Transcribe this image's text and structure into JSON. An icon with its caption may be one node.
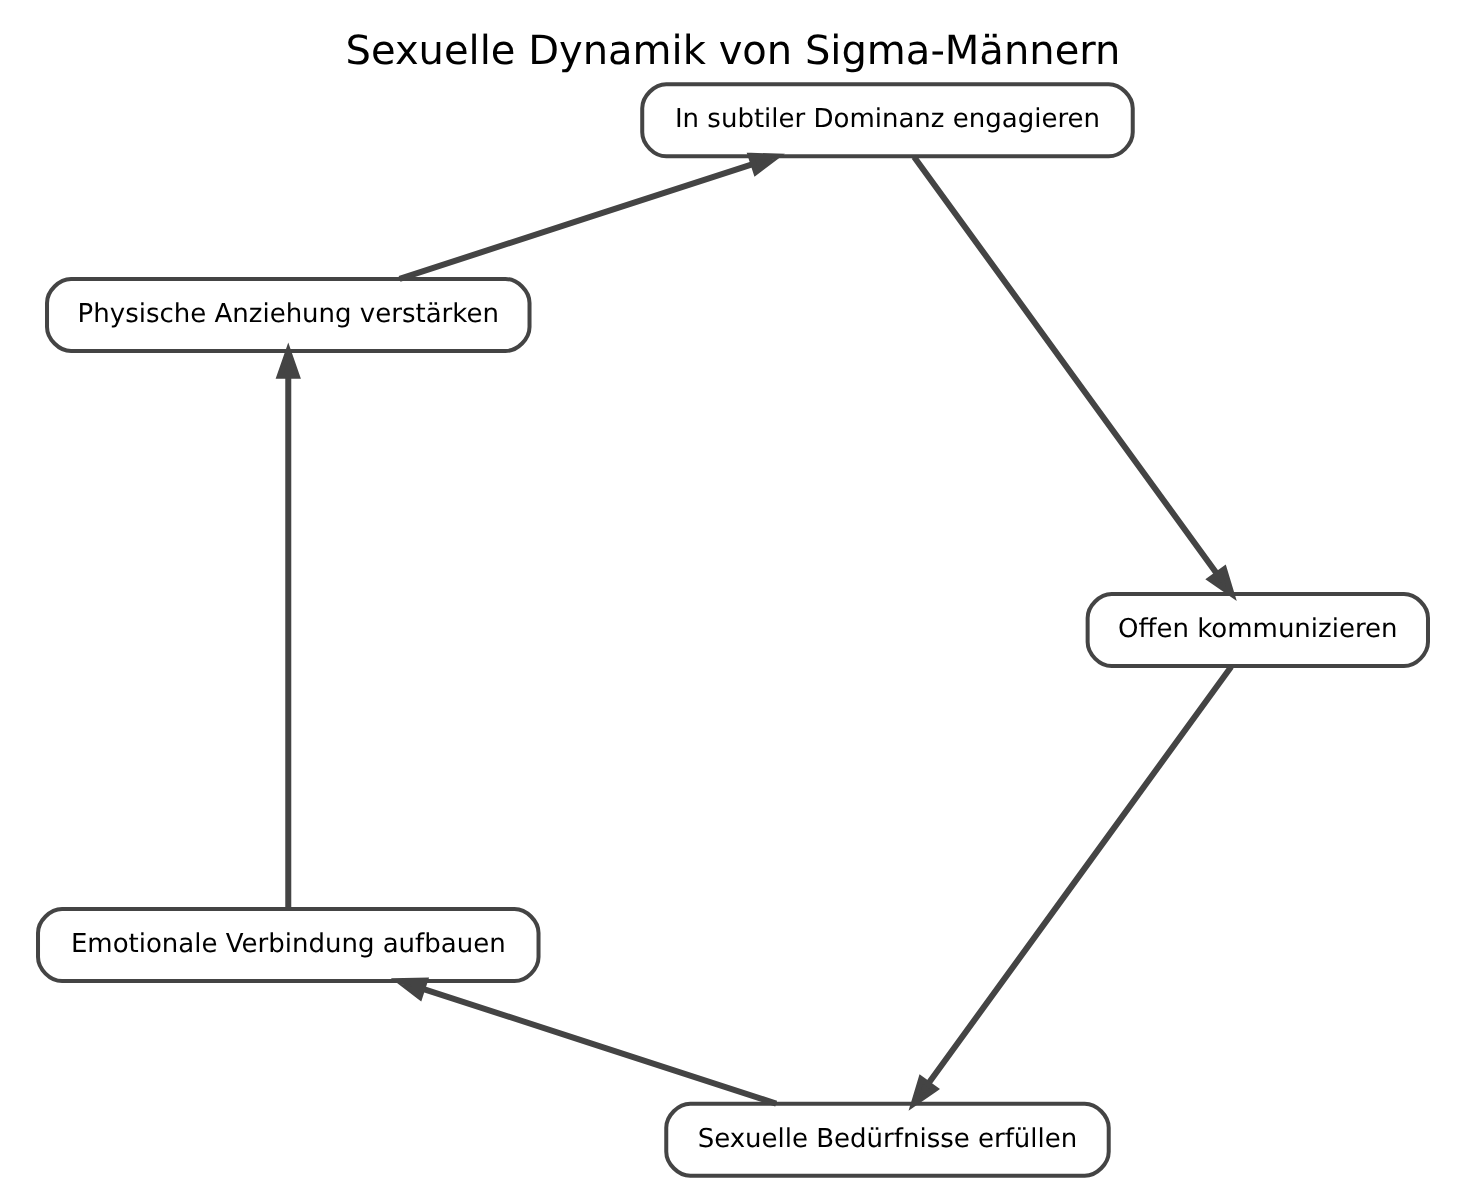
{
  "diagram": {
    "title": "Sexuelle Dynamik von Sigma-Männern",
    "nodes": [
      {
        "text": [
          "Sexuelle Bedürfnisse erfüllen"
        ]
      },
      {
        "text": [
          "Emotionale Verbindung aufbauen"
        ]
      },
      {
        "text": [
          "Physische Anziehung verstärken"
        ]
      },
      {
        "text": [
          "In subtiler Dominanz engagieren"
        ]
      },
      {
        "text": [
          "Offen kommunizieren"
        ]
      }
    ],
    "edges": [
      {
        "from": 0,
        "to": 1,
        "arrow": "to"
      },
      {
        "from": 1,
        "to": 2,
        "arrow": "to"
      },
      {
        "from": 2,
        "to": 3,
        "arrow": "to"
      },
      {
        "from": 3,
        "to": 4,
        "arrow": "to"
      },
      {
        "from": 4,
        "to": 0,
        "arrow": "to"
      }
    ]
  }
}
